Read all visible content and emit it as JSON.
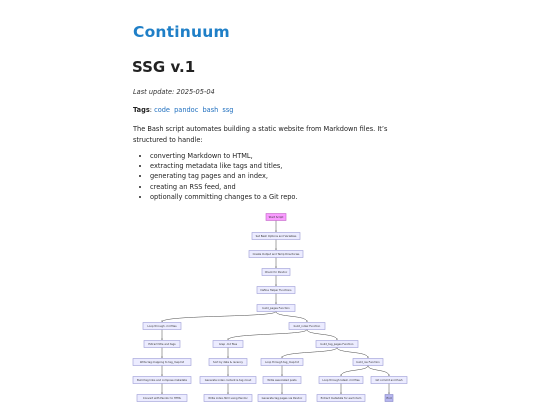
{
  "site": {
    "logo_mark": "C",
    "logo_rest": "ontinuum"
  },
  "post": {
    "title": "SSG v.1",
    "last_update_label": "Last update: ",
    "last_update": "2025-05-04",
    "tags_label": "Tags",
    "tags": [
      "code",
      "pandoc",
      "bash",
      "ssg"
    ],
    "intro": "The Bash script automates building a static website from Markdown files. It’s structured to handle:",
    "bullets": [
      "converting Markdown to HTML,",
      "extracting metadata like tags and titles,",
      "generating tag pages and an index,",
      "creating an RSS feed, and",
      "optionally committing changes to a Git repo."
    ]
  },
  "diagram": {
    "nodes": [
      {
        "id": "start",
        "label": "Start Script",
        "kind": "start"
      },
      {
        "id": "vars",
        "label": "Set Bash Options and Variables"
      },
      {
        "id": "dirs",
        "label": "Create Output and Temp Directories"
      },
      {
        "id": "pandoc",
        "label": "Check for Pandoc"
      },
      {
        "id": "helpers",
        "label": "Define Helper Functions"
      },
      {
        "id": "build",
        "label": "build_pages Function"
      },
      {
        "id": "loop_md",
        "label": "Loop through .md files"
      },
      {
        "id": "extract",
        "label": "Extract title and tags"
      },
      {
        "id": "tagmap",
        "label": "Write tag mapping to tag_map.txt"
      },
      {
        "id": "tagstr",
        "label": "Build tag links and compose metadata"
      },
      {
        "id": "convert",
        "label": "Convert with Pandoc to HTML"
      },
      {
        "id": "index",
        "label": "build_index Function"
      },
      {
        "id": "grep",
        "label": "Grep .md files"
      },
      {
        "id": "sortdate",
        "label": "Sort by date & recency"
      },
      {
        "id": "genindex",
        "label": "Generate index content & tag cloud"
      },
      {
        "id": "writeindex",
        "label": "Write index.html using Pandoc"
      },
      {
        "id": "tagpages",
        "label": "build_tag_pages Function"
      },
      {
        "id": "looptags",
        "label": "Loop through tag_map.txt"
      },
      {
        "id": "assoc",
        "label": "Write associated posts"
      },
      {
        "id": "gentag",
        "label": "Generate tag pages via Pandoc"
      },
      {
        "id": "rss",
        "label": "build_rss Function"
      },
      {
        "id": "loopfeed",
        "label": "Loop through latest .md files"
      },
      {
        "id": "rssitem",
        "label": "Extract metadata for each item"
      },
      {
        "id": "commit",
        "label": "Git commit and Push"
      },
      {
        "id": "end",
        "label": "End",
        "kind": "end"
      }
    ],
    "edges": [
      [
        "start",
        "vars"
      ],
      [
        "vars",
        "dirs"
      ],
      [
        "dirs",
        "pandoc"
      ],
      [
        "pandoc",
        "helpers"
      ],
      [
        "helpers",
        "build"
      ],
      [
        "build",
        "loop_md"
      ],
      [
        "build",
        "index"
      ],
      [
        "loop_md",
        "extract"
      ],
      [
        "extract",
        "tagmap"
      ],
      [
        "tagmap",
        "tagstr"
      ],
      [
        "tagstr",
        "convert"
      ],
      [
        "index",
        "grep"
      ],
      [
        "index",
        "tagpages"
      ],
      [
        "grep",
        "sortdate"
      ],
      [
        "sortdate",
        "genindex"
      ],
      [
        "genindex",
        "writeindex"
      ],
      [
        "tagpages",
        "looptags"
      ],
      [
        "tagpages",
        "rss"
      ],
      [
        "looptags",
        "assoc"
      ],
      [
        "assoc",
        "gentag"
      ],
      [
        "rss",
        "loopfeed"
      ],
      [
        "rss",
        "commit"
      ],
      [
        "loopfeed",
        "rssitem"
      ],
      [
        "commit",
        "end"
      ]
    ]
  }
}
